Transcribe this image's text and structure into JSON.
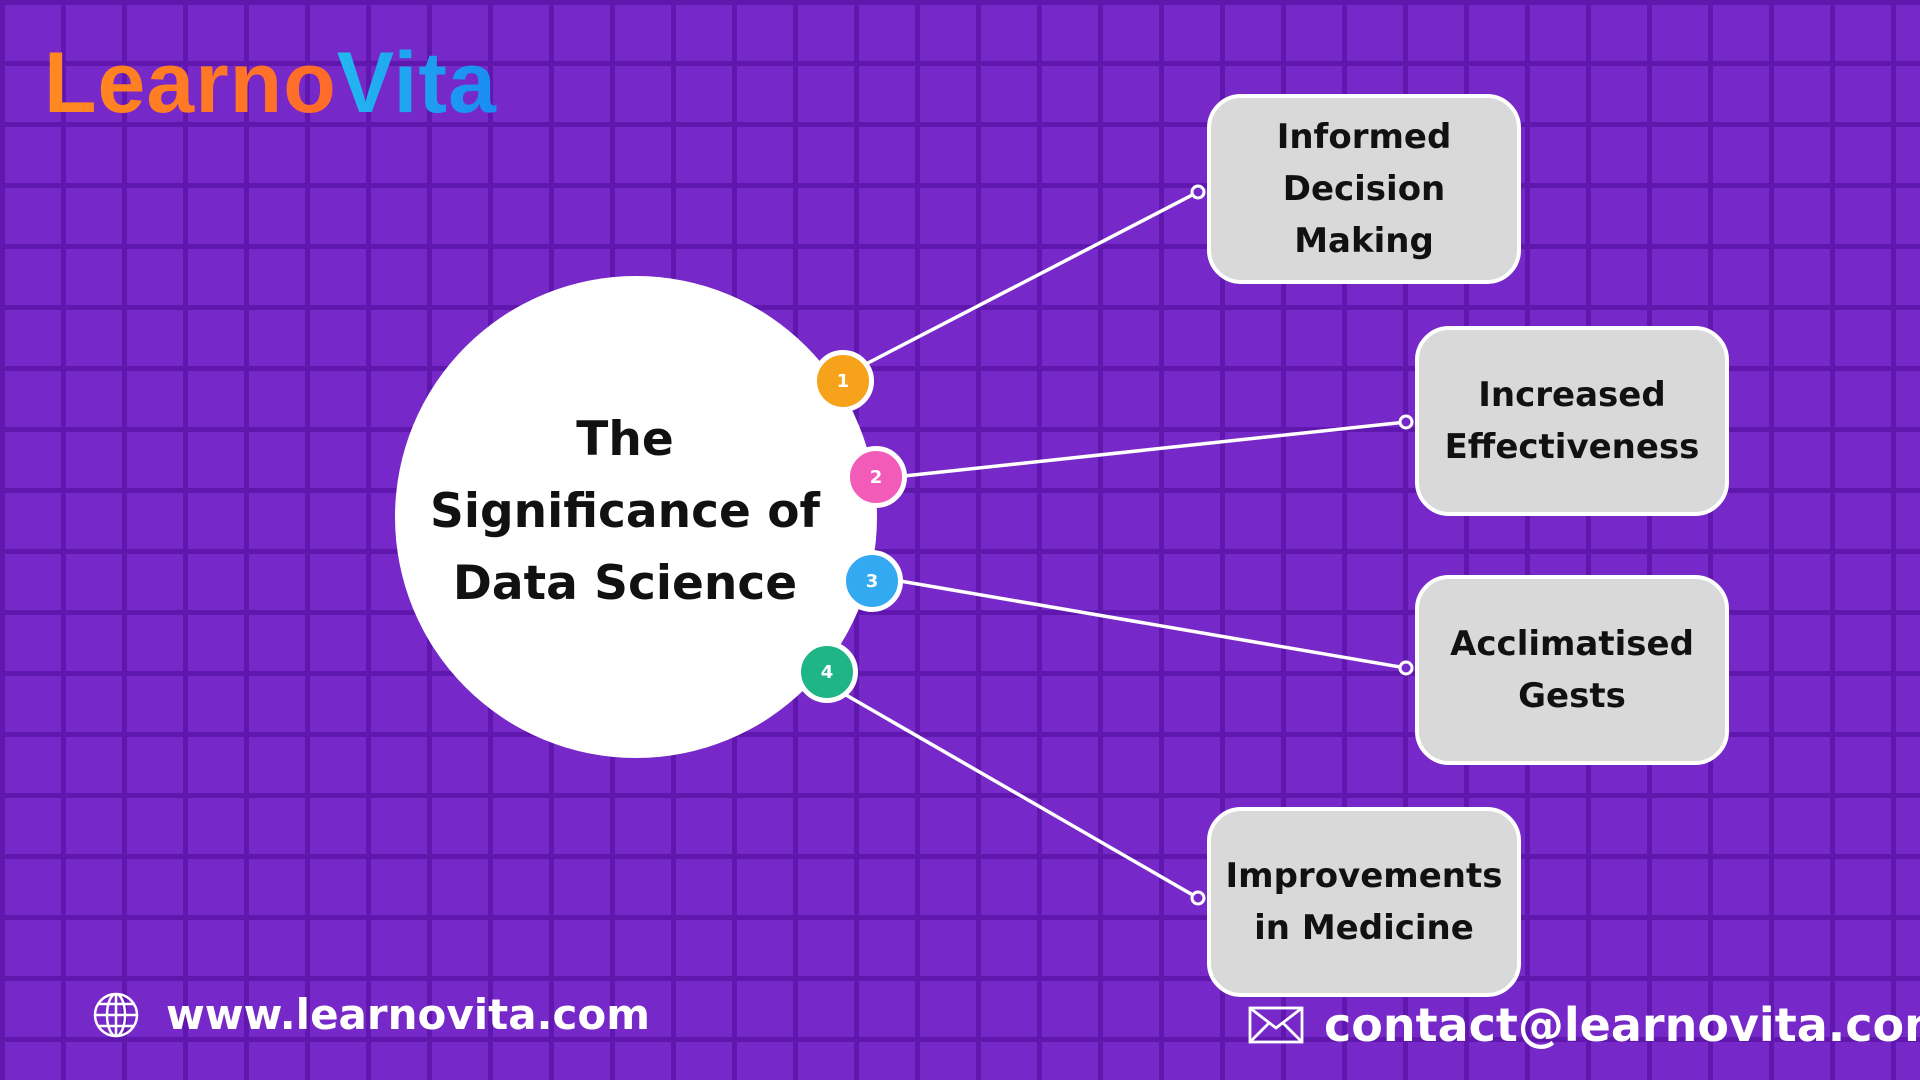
{
  "brand": {
    "logo_part1": "Learno",
    "logo_part2": "Vita",
    "orange": "#ff7a1f",
    "blue": "#1fa8f0"
  },
  "diagram": {
    "center_title": "The\nSignificance of\nData Science",
    "items": [
      {
        "number": "1",
        "label": "Informed\nDecision Making",
        "color": "#f7a21b"
      },
      {
        "number": "2",
        "label": "Increased\nEffectiveness",
        "color": "#f25bb8"
      },
      {
        "number": "3",
        "label": "Acclimatised\nGests",
        "color": "#33a9f2"
      },
      {
        "number": "4",
        "label": "Improvements\nin Medicine",
        "color": "#1fb587"
      }
    ]
  },
  "footer": {
    "website": "www.learnovita.com",
    "website_icon": "globe-icon",
    "email": "contact@learnovita.com",
    "email_icon": "envelope-icon"
  },
  "colors": {
    "background": "#7629c8",
    "grid_lines": "#5f17ad",
    "box_fill": "#d9d9d9"
  }
}
